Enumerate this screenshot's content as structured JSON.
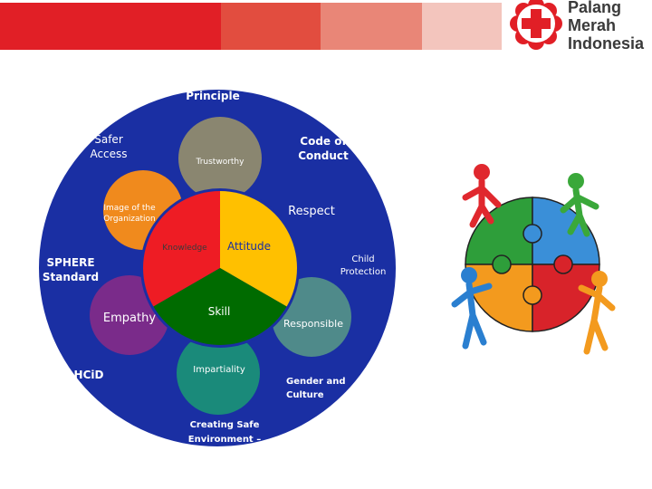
{
  "header": {
    "band_colors": [
      "#e11f26",
      "#e24d3f",
      "#e98677",
      "#f3c5bd"
    ],
    "logo": {
      "icon": "red-cross-flower-icon",
      "line1": "Palang",
      "line2": "Merah",
      "line3": "Indonesia"
    }
  },
  "diagram": {
    "outer_labels": {
      "fundamental_principle": "Fundamental Principle",
      "safer_access": "Safer Access",
      "code_of_conduct": "Code of Conduct",
      "image_of_organization": "Image of the Organization",
      "respect": "Respect",
      "sphere_standard": "SPHERE Standard",
      "child_protection": "Child Protection",
      "empathy": "Empathy",
      "responsible": "Responsible",
      "hcid": "HCiD",
      "gender_culture": "Gender and Culture",
      "creating_safe": "Creating Safe Environment – Vulnerable group"
    },
    "petals": {
      "trustworthy": "Trustworthy",
      "impartiality": "Impartiality"
    },
    "core": {
      "knowledge": "Knowledge",
      "attitude": "Attitude",
      "skill": "Skill"
    },
    "colors": {
      "ring": "#1a2fa3",
      "knowledge": "#ee1c24",
      "attitude": "#ffc000",
      "skill": "#006b00",
      "trustworthy": "#8a8670",
      "image": "#f08a1d",
      "empathy": "#7a2b8a",
      "impartiality": "#1a8a7a",
      "responsible": "#4f8a8a",
      "respect_text": "#ffffff"
    }
  },
  "illustration": {
    "icon": "puzzle-teamwork-icon",
    "colors": [
      "#2e9e3a",
      "#3a8fd8",
      "#f39a1e",
      "#d8232a"
    ]
  }
}
